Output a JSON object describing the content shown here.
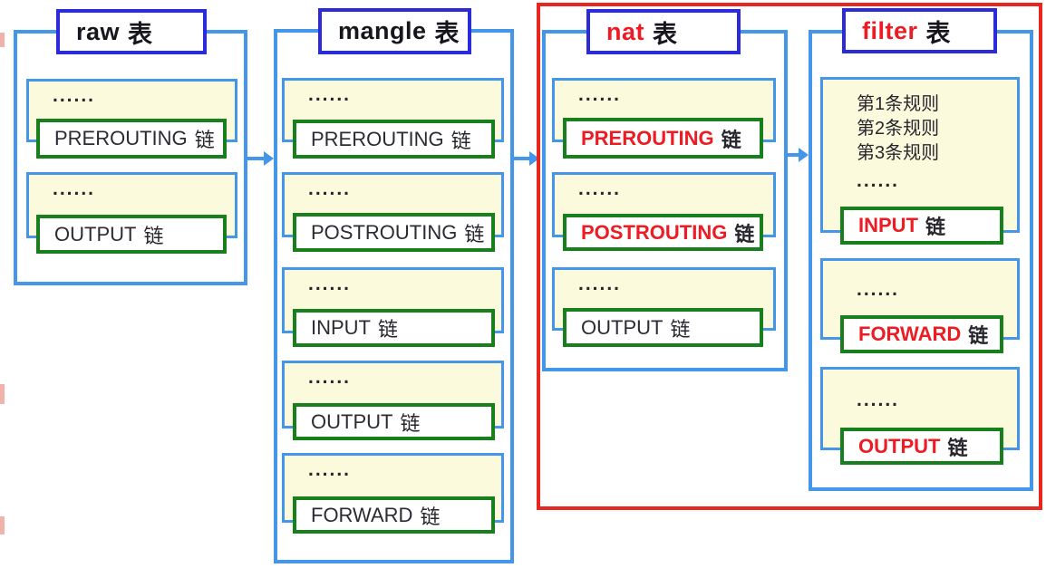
{
  "colors": {
    "box_border_blue": "#4496e8",
    "title_border_blue": "#2b2bd9",
    "chain_border_green": "#17801c",
    "group_fill_cream": "#fcfadc",
    "highlight_red": "#e8251f",
    "red_text": "#ed1c24",
    "dark_text": "#16161c"
  },
  "highlight_frame": {
    "note_color": "#e8251f"
  },
  "arrow_icon": "right-arrow",
  "tables": [
    {
      "id": "raw",
      "title": {
        "name": "raw",
        "suffix": "表",
        "color": "#16161c"
      },
      "chains": [
        {
          "dots": "......",
          "label": "PREROUTING",
          "suffix": "链",
          "color": "#2b2b33",
          "weight": "400"
        },
        {
          "dots": "......",
          "label": "OUTPUT",
          "suffix": "链",
          "color": "#2b2b33",
          "weight": "400"
        }
      ]
    },
    {
      "id": "mangle",
      "title": {
        "name": "mangle",
        "suffix": "表",
        "color": "#16161c"
      },
      "chains": [
        {
          "dots": "......",
          "label": "PREROUTING",
          "suffix": "链",
          "color": "#2b2b33",
          "weight": "400"
        },
        {
          "dots": "......",
          "label": "POSTROUTING",
          "suffix": "链",
          "color": "#2b2b33",
          "weight": "400"
        },
        {
          "dots": "......",
          "label": "INPUT",
          "suffix": "链",
          "color": "#2b2b33",
          "weight": "400"
        },
        {
          "dots": "......",
          "label": "OUTPUT",
          "suffix": "链",
          "color": "#2b2b33",
          "weight": "400"
        },
        {
          "dots": "......",
          "label": "FORWARD",
          "suffix": "链",
          "color": "#2b2b33",
          "weight": "400"
        }
      ]
    },
    {
      "id": "nat",
      "title": {
        "name": "nat",
        "suffix": "表",
        "color": "#ed1c24"
      },
      "chains": [
        {
          "dots": "......",
          "label": "PREROUTING",
          "suffix": "链",
          "color": "#ed1c24",
          "weight": "700"
        },
        {
          "dots": "......",
          "label": "POSTROUTING",
          "suffix": "链",
          "color": "#ed1c24",
          "weight": "700"
        },
        {
          "dots": "......",
          "label": "OUTPUT",
          "suffix": "链",
          "color": "#2b2b33",
          "weight": "400"
        }
      ]
    },
    {
      "id": "filter",
      "title": {
        "name": "filter",
        "suffix": "表",
        "color": "#ed1c24"
      },
      "chains": [
        {
          "rules": [
            "第1条规则",
            "第2条规则",
            "第3条规则"
          ],
          "dots": "......",
          "label": "INPUT",
          "suffix": "链",
          "color": "#ed1c24",
          "weight": "700"
        },
        {
          "dots": "......",
          "label": "FORWARD",
          "suffix": "链",
          "color": "#ed1c24",
          "weight": "700"
        },
        {
          "dots": "......",
          "label": "OUTPUT",
          "suffix": "链",
          "color": "#ed1c24",
          "weight": "700"
        }
      ]
    }
  ]
}
